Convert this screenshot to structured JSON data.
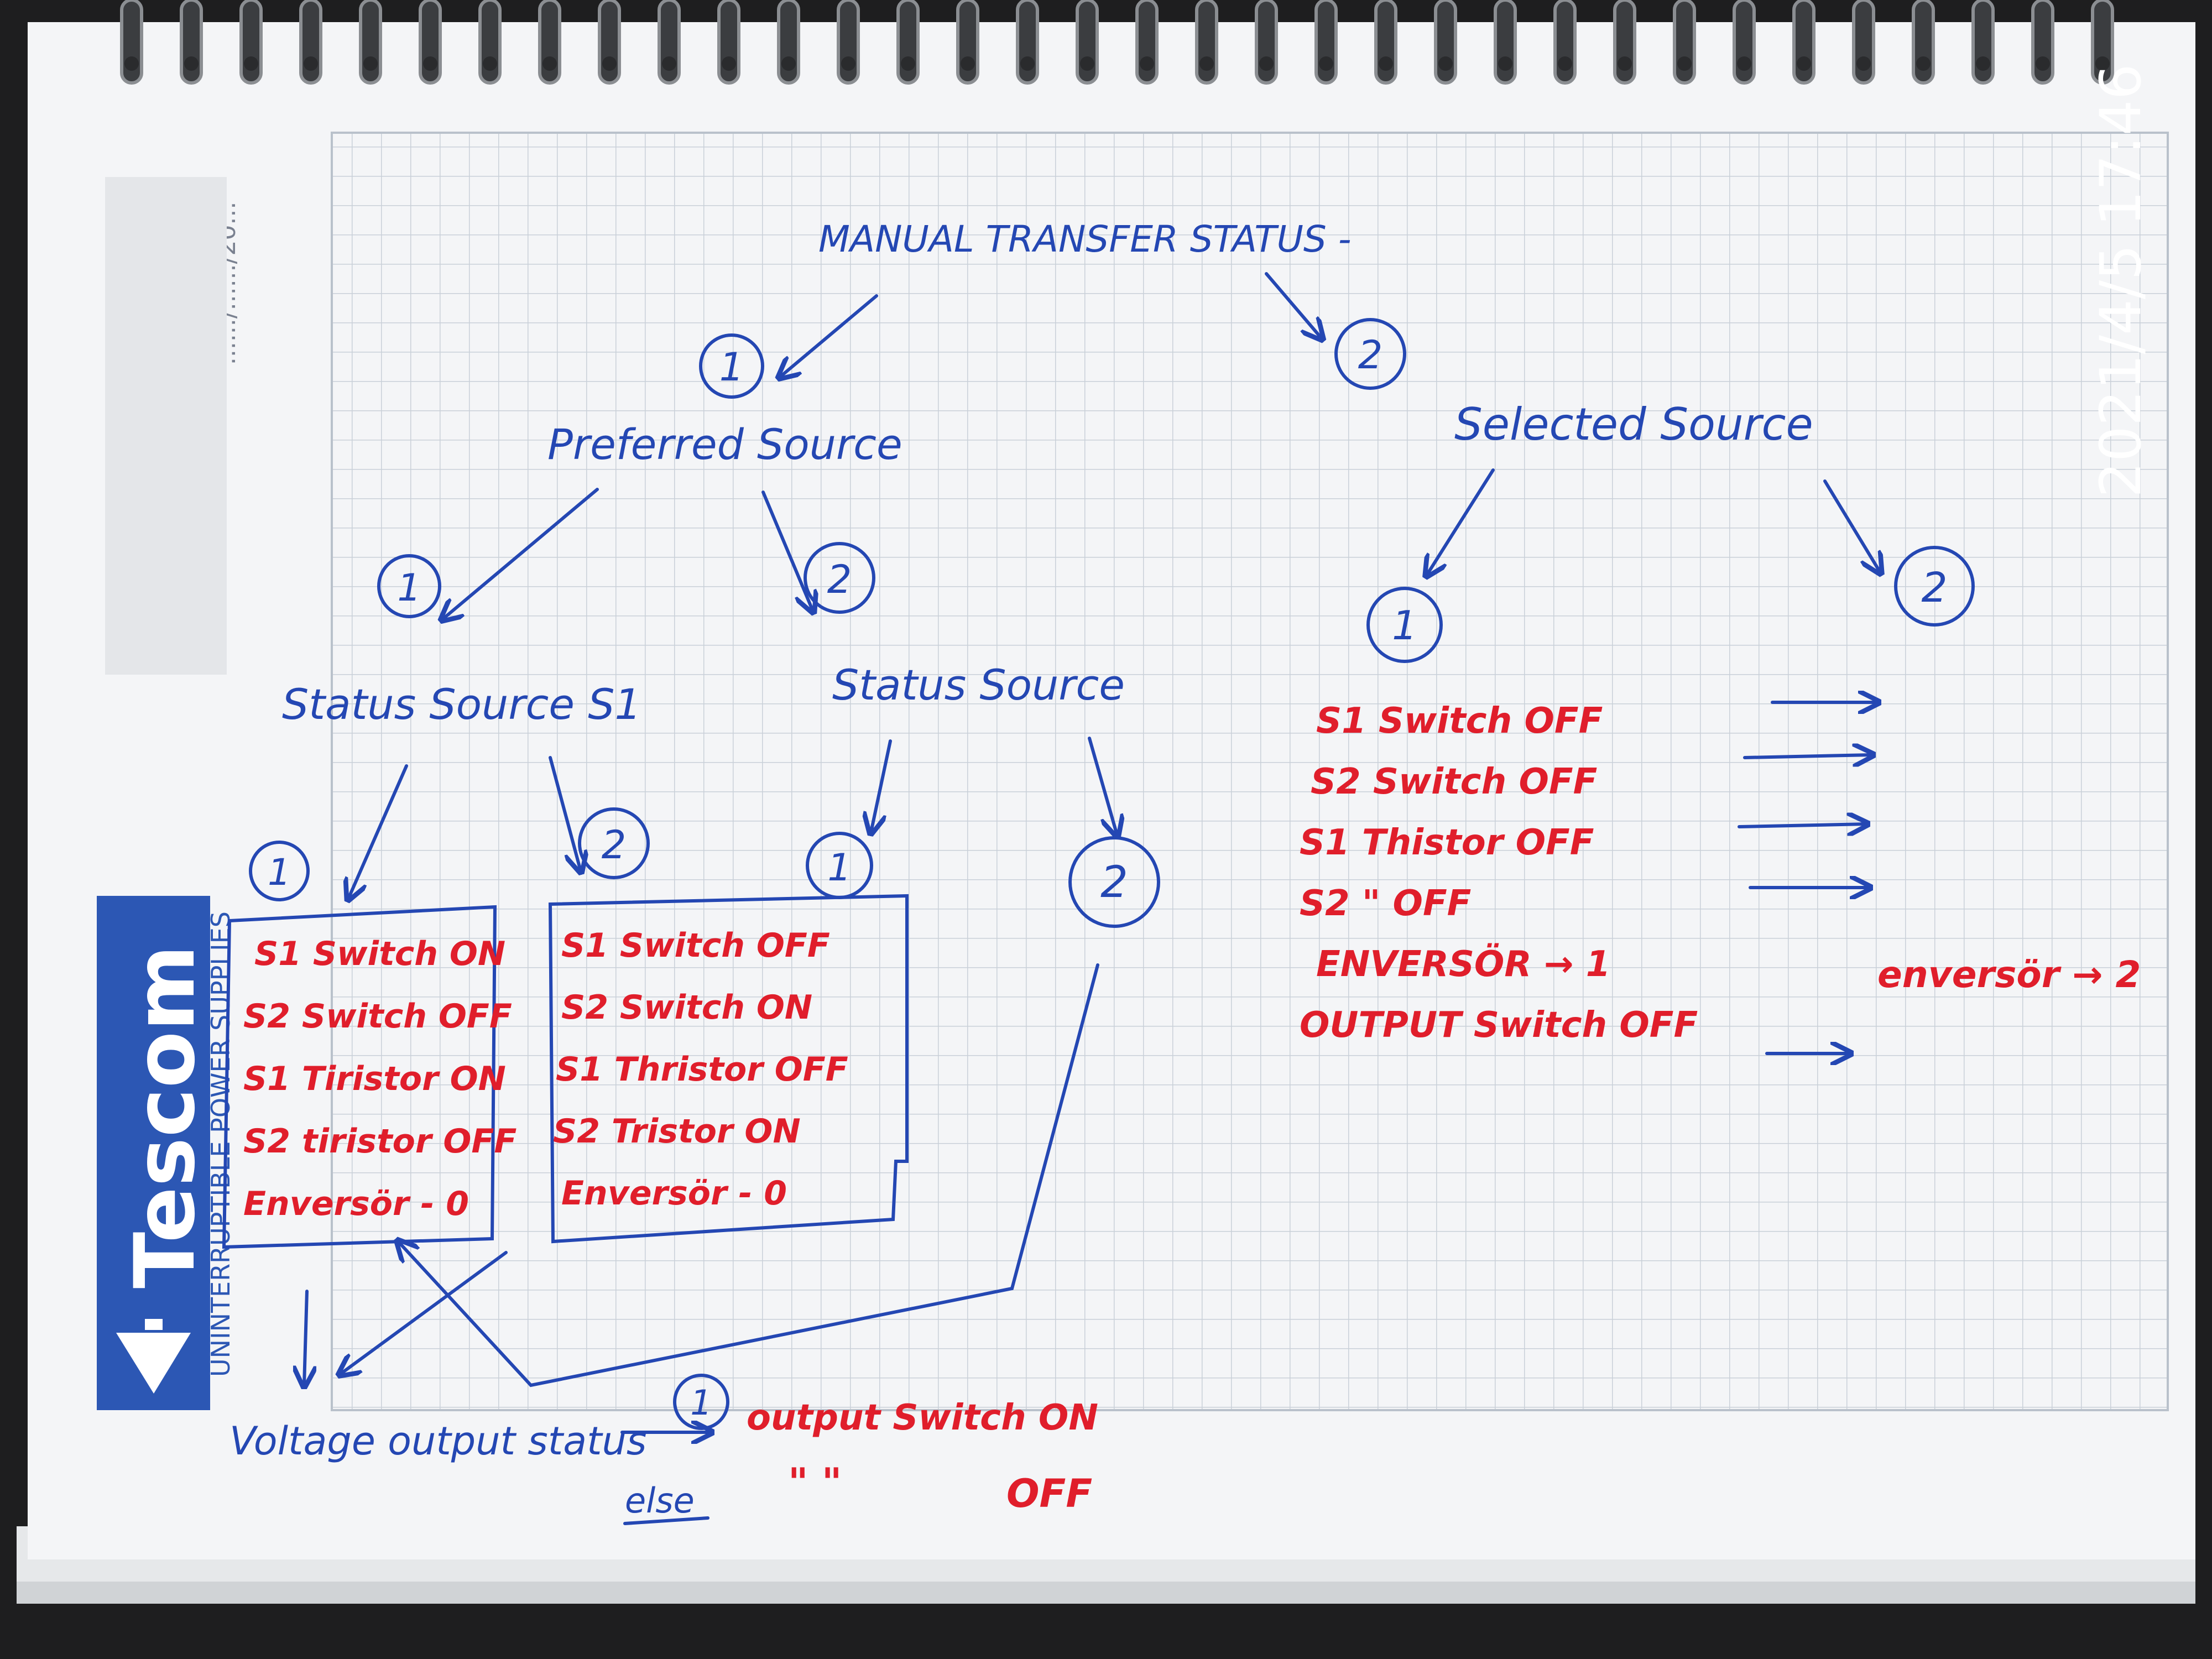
{
  "timestamp": "2021/4/5  17:46",
  "page_date_field": "....../....../20...",
  "logo": {
    "brand": "Tescom",
    "tagline": "UNINTERRUPTIBLE POWER SUPPLIES"
  },
  "colors": {
    "ink_blue": "#2447b3",
    "ink_red": "#e01e2b",
    "paper": "#f4f5f7",
    "grid": "#c9d0d8",
    "logo_blue": "#2c57b4"
  },
  "diagram": {
    "title": "MANUAL TRANSFER STATUS -",
    "preferred_source": "Preferred Source",
    "selected_source": "Selected Source",
    "status_source_s1": "Status Source S1",
    "status_source": "Status Source",
    "voltage_output_status": "Voltage output status",
    "circles": [
      "1",
      "2"
    ],
    "box1": [
      "S1 Switch ON",
      "S2 Switch OFF",
      "S1 Tiristor ON",
      "S2 tiristor OFF",
      "Enversör - 0"
    ],
    "box2": [
      "S1 Switch OFF",
      "S2 Switch ON",
      "S1 Thristor OFF",
      "S2 Tristor ON",
      "Enversör - 0"
    ],
    "selected_list": [
      "S1 Switch OFF",
      "S2 Switch OFF",
      "S1 Thistor OFF",
      "S2  \"  OFF",
      "ENVERSÖR → 1",
      "OUTPUT Switch OFF"
    ],
    "enversor_2": "enversör → 2",
    "output_on": "output Switch ON",
    "else_label": "else",
    "quotes": "\"     \"",
    "off_label": "OFF"
  }
}
